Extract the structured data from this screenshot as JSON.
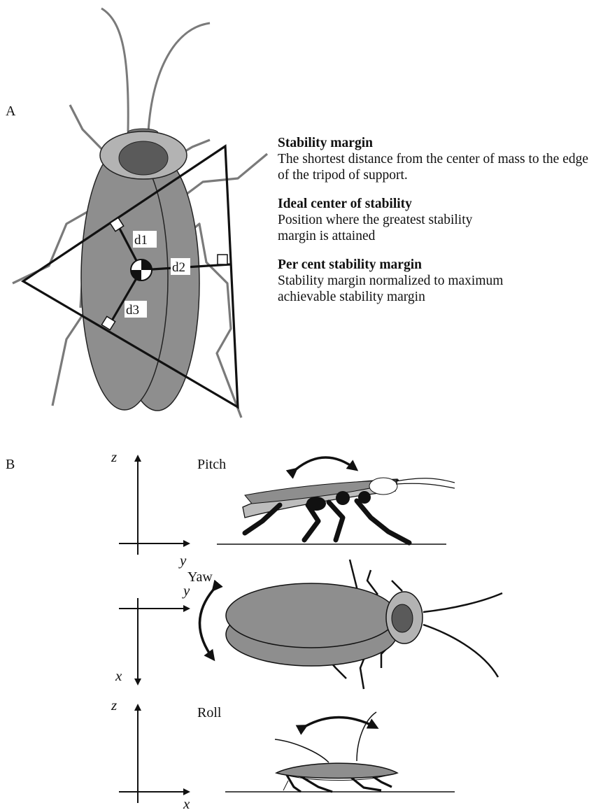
{
  "panels": {
    "a": {
      "label": "A"
    },
    "b": {
      "label": "B"
    }
  },
  "distances": {
    "d1": "d1",
    "d2": "d2",
    "d3": "d3"
  },
  "definitions": [
    {
      "term": "Stability margin",
      "text": "The shortest distance from the center of mass to the edge of the tripod of support."
    },
    {
      "term": "Ideal center of stability",
      "text": "Position where the greatest stability margin is attained"
    },
    {
      "term": "Per cent stability margin",
      "text": "Stability margin normalized to maximum achievable stability margin"
    }
  ],
  "motions": {
    "pitch": {
      "label": "Pitch",
      "vertical_axis": "z",
      "horizontal_axis": "y"
    },
    "yaw": {
      "label": "Yaw",
      "horizontal_axis": "y",
      "vertical_axis": "x"
    },
    "roll": {
      "label": "Roll",
      "vertical_axis": "z",
      "horizontal_axis": "x"
    }
  },
  "colors": {
    "body_fill": "#8e8e8e",
    "head_fill": "#b3b3b3",
    "eye_fill": "#5a5a5a",
    "legs": "#7a7a7a",
    "ink": "#111111"
  }
}
